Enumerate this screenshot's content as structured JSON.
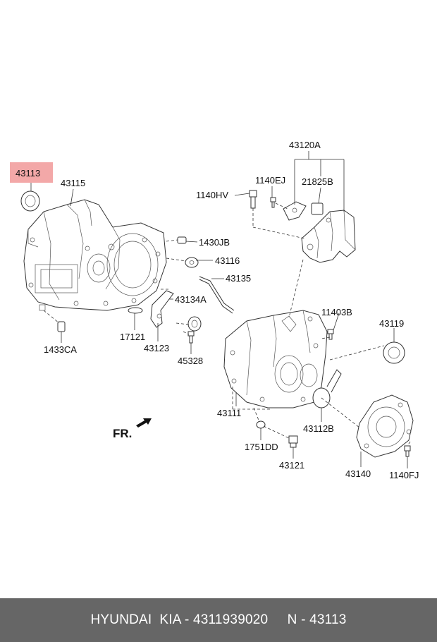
{
  "diagram": {
    "highlight_color": "#f3a8a8",
    "labels": {
      "p43113": "43113",
      "p43115": "43115",
      "p43120A": "43120A",
      "p1140EJ": "1140EJ",
      "p21825B": "21825B",
      "p1140HV": "1140HV",
      "p1430JB": "1430JB",
      "p43116": "43116",
      "p43135": "43135",
      "p43134A": "43134A",
      "p17121": "17121",
      "p43123": "43123",
      "p45328": "45328",
      "p1433CA": "1433CA",
      "p11403B": "11403B",
      "p43119": "43119",
      "p43111": "43111",
      "p43112B": "43112B",
      "p1751DD": "1751DD",
      "p43121": "43121",
      "p43140": "43140",
      "p1140FJ": "1140FJ",
      "fr": "FR."
    }
  },
  "footer": {
    "text": "HYUNDAI  KIA - 4311939020     N - 43113",
    "background": "#666666"
  }
}
